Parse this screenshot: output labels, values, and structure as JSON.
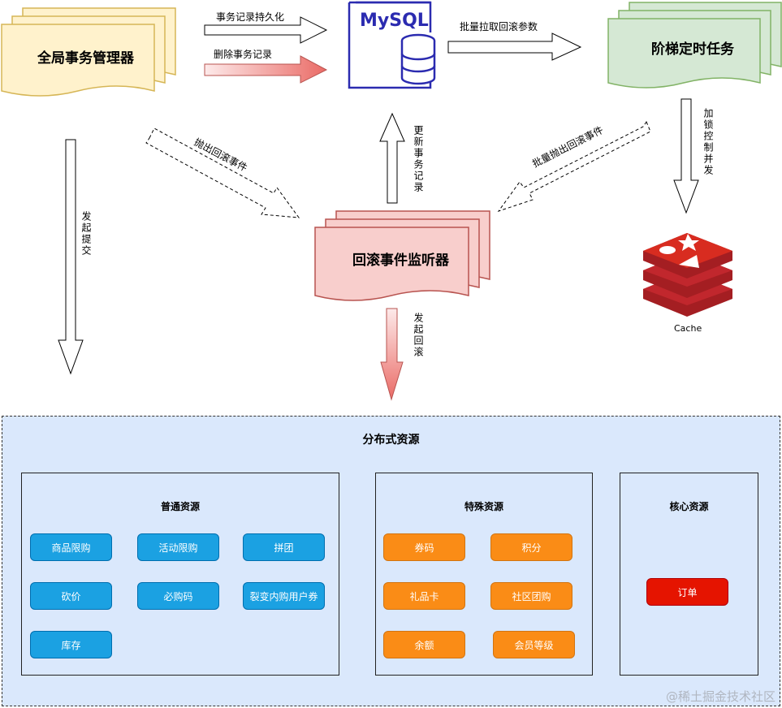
{
  "nodes": {
    "global_tx_manager": "全局事务管理器",
    "mysql": "MySQL",
    "step_timer": "阶梯定时任务",
    "rollback_listener": "回滚事件监听器",
    "cache": "Cache"
  },
  "edges": {
    "persist": "事务记录持久化",
    "delete": "删除事务记录",
    "batch_pull": "批量拉取回滚参数",
    "throw_rollback": "抛出回滚事件",
    "update_record": "更新事务记录",
    "batch_throw": "批量抛出回滚事件",
    "lock_control": "加锁控制并发",
    "commit": "发起提交",
    "rollback": "发起回滚"
  },
  "distributed": {
    "title": "分布式资源",
    "groups": [
      {
        "title": "普通资源",
        "items": [
          "商品限购",
          "活动限购",
          "拼团",
          "砍价",
          "必购码",
          "裂变内购用户券",
          "库存"
        ]
      },
      {
        "title": "特殊资源",
        "items": [
          "券码",
          "积分",
          "礼品卡",
          "社区团购",
          "余额",
          "会员等级"
        ]
      },
      {
        "title": "核心资源",
        "items": [
          "订单"
        ]
      }
    ]
  },
  "watermark": "@稀土掘金技术社区",
  "colors": {
    "yellow_fill": "#fff2cc",
    "yellow_stroke": "#d6b656",
    "green_fill": "#d5e8d4",
    "green_stroke": "#82b366",
    "pink_fill": "#f8cecc",
    "pink_stroke": "#b85450",
    "mysql_blue": "#2b2bb0",
    "redis_red": "#c1272d",
    "blue_chip": "#1ba1e2",
    "orange_chip": "#fa8c16",
    "red_chip": "#e51400",
    "section_fill": "#dae8fc"
  }
}
